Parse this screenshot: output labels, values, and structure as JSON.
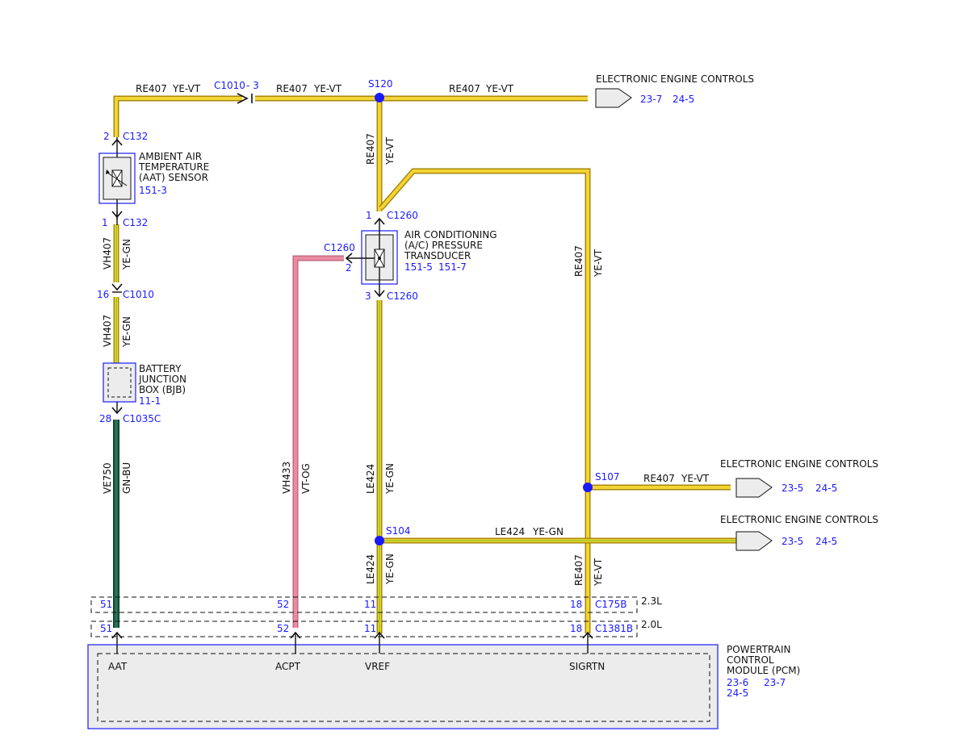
{
  "colors": {
    "wire_ye": "#f2d534",
    "wire_ye_edge": "#a8870a",
    "wire_ye_gn_stripe": "#9ac81e",
    "wire_gn_bu": "#1f6e3a",
    "wire_vt_og": "#e98ca2",
    "ref_blue": "#1a1aff",
    "box_fill": "#ececec",
    "splice_blue": "#1a1aff"
  },
  "top_run": {
    "left_circuit": "RE407",
    "left_color": "YE-VT",
    "connector_ref": "C1010",
    "connector_pin": "- 3",
    "mid_circuit": "RE407",
    "mid_color": "YE-VT",
    "right_circuit": "RE407",
    "right_color": "YE-VT"
  },
  "splices": {
    "s120": "S120",
    "s107": "S107",
    "s104": "S104"
  },
  "ecc_top": {
    "label": "ELECTRONIC ENGINE CONTROLS",
    "ref1": "23-7",
    "ref2": "24-5"
  },
  "ecc_mid": {
    "label": "ELECTRONIC ENGINE CONTROLS",
    "ref1": "23-5",
    "ref2": "24-5",
    "circuit": "RE407",
    "color": "YE-VT"
  },
  "ecc_low": {
    "label": "ELECTRONIC ENGINE CONTROLS",
    "ref1": "23-5",
    "ref2": "24-5",
    "circuit": "LE424",
    "color": "YE-GN"
  },
  "aat_sensor": {
    "top_pin": "2",
    "top_conn": "C132",
    "line1": "AMBIENT AIR",
    "line2": "TEMPERATURE",
    "line3": "(AAT) SENSOR",
    "ref": "151-3",
    "bottom_pin": "1",
    "bottom_conn": "C132"
  },
  "wire_vh407_a": {
    "circuit": "VH407",
    "color": "YE-GN"
  },
  "c1010": {
    "pin": "16",
    "conn": "C1010"
  },
  "wire_vh407_b": {
    "circuit": "VH407",
    "color": "YE-GN"
  },
  "bjb": {
    "line1": "BATTERY",
    "line2": "JUNCTION",
    "line3": "BOX (BJB)",
    "ref": "11-1",
    "pin": "28",
    "conn": "C1035C"
  },
  "wire_ve750": {
    "circuit": "VE750",
    "color": "GN-BU"
  },
  "wire_vh433": {
    "circuit": "VH433",
    "color": "VT-OG"
  },
  "ac_transducer": {
    "top_pin": "1",
    "top_conn": "C1260",
    "side_conn": "C1260",
    "side_pin": "2",
    "line1": "AIR CONDITIONING",
    "line2": "(A/C) PRESSURE",
    "line3": "TRANSDUCER",
    "ref1": "151-5",
    "ref2": "151-7",
    "bottom_pin": "3",
    "bottom_conn": "C1260"
  },
  "wire_re407_vert": {
    "circuit": "RE407",
    "color": "YE-VT"
  },
  "wire_re407_right": {
    "circuit": "RE407",
    "color": "YE-VT"
  },
  "wire_le424_a": {
    "circuit": "LE424",
    "color": "YE-GN"
  },
  "wire_le424_b": {
    "circuit": "LE424",
    "color": "YE-GN"
  },
  "wire_re407_low": {
    "circuit": "RE407",
    "color": "YE-VT"
  },
  "conn_23": {
    "engine": "2.3L",
    "conn": "C175B",
    "pins": [
      "51",
      "52",
      "11",
      "18"
    ]
  },
  "conn_20": {
    "engine": "2.0L",
    "conn": "C1381B",
    "pins": [
      "51",
      "52",
      "11",
      "18"
    ]
  },
  "pcm": {
    "line1": "POWERTRAIN",
    "line2": "CONTROL",
    "line3": "MODULE (PCM)",
    "ref1": "23-6",
    "ref2": "23-7",
    "ref3": "24-5",
    "terminals": [
      "AAT",
      "ACPT",
      "VREF",
      "SIGRTN"
    ]
  }
}
